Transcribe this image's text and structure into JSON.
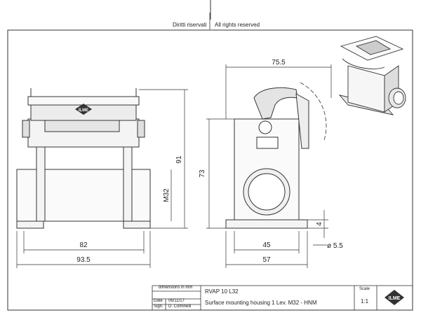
{
  "header": {
    "rights_it": "Diritti riservati",
    "rights_en": "All rights reserved"
  },
  "dimensions": {
    "top_width": "75.5",
    "height_total": "91",
    "height_body": "73",
    "thread": "M32",
    "inner_width": "82",
    "outer_width": "93.5",
    "base_inner": "45",
    "base_outer": "57",
    "base_thickness": "4",
    "hole_diameter": "ø 5.5"
  },
  "title_block": {
    "dim_note": "dimensions in mm",
    "date_label": "Date",
    "date_value": "06/11/17",
    "sign_label": "Sign.",
    "sign_value": "D. Cominelli",
    "part_code": "RVAP 10 L32",
    "description": "Surface mounting housing 1 Lev. M32 - HNM",
    "scale_label": "Scale",
    "scale_value": "1:1",
    "logo_text": "ILME"
  },
  "colors": {
    "line": "#333333",
    "fill": "#f2f2f2",
    "dark": "#555555"
  }
}
